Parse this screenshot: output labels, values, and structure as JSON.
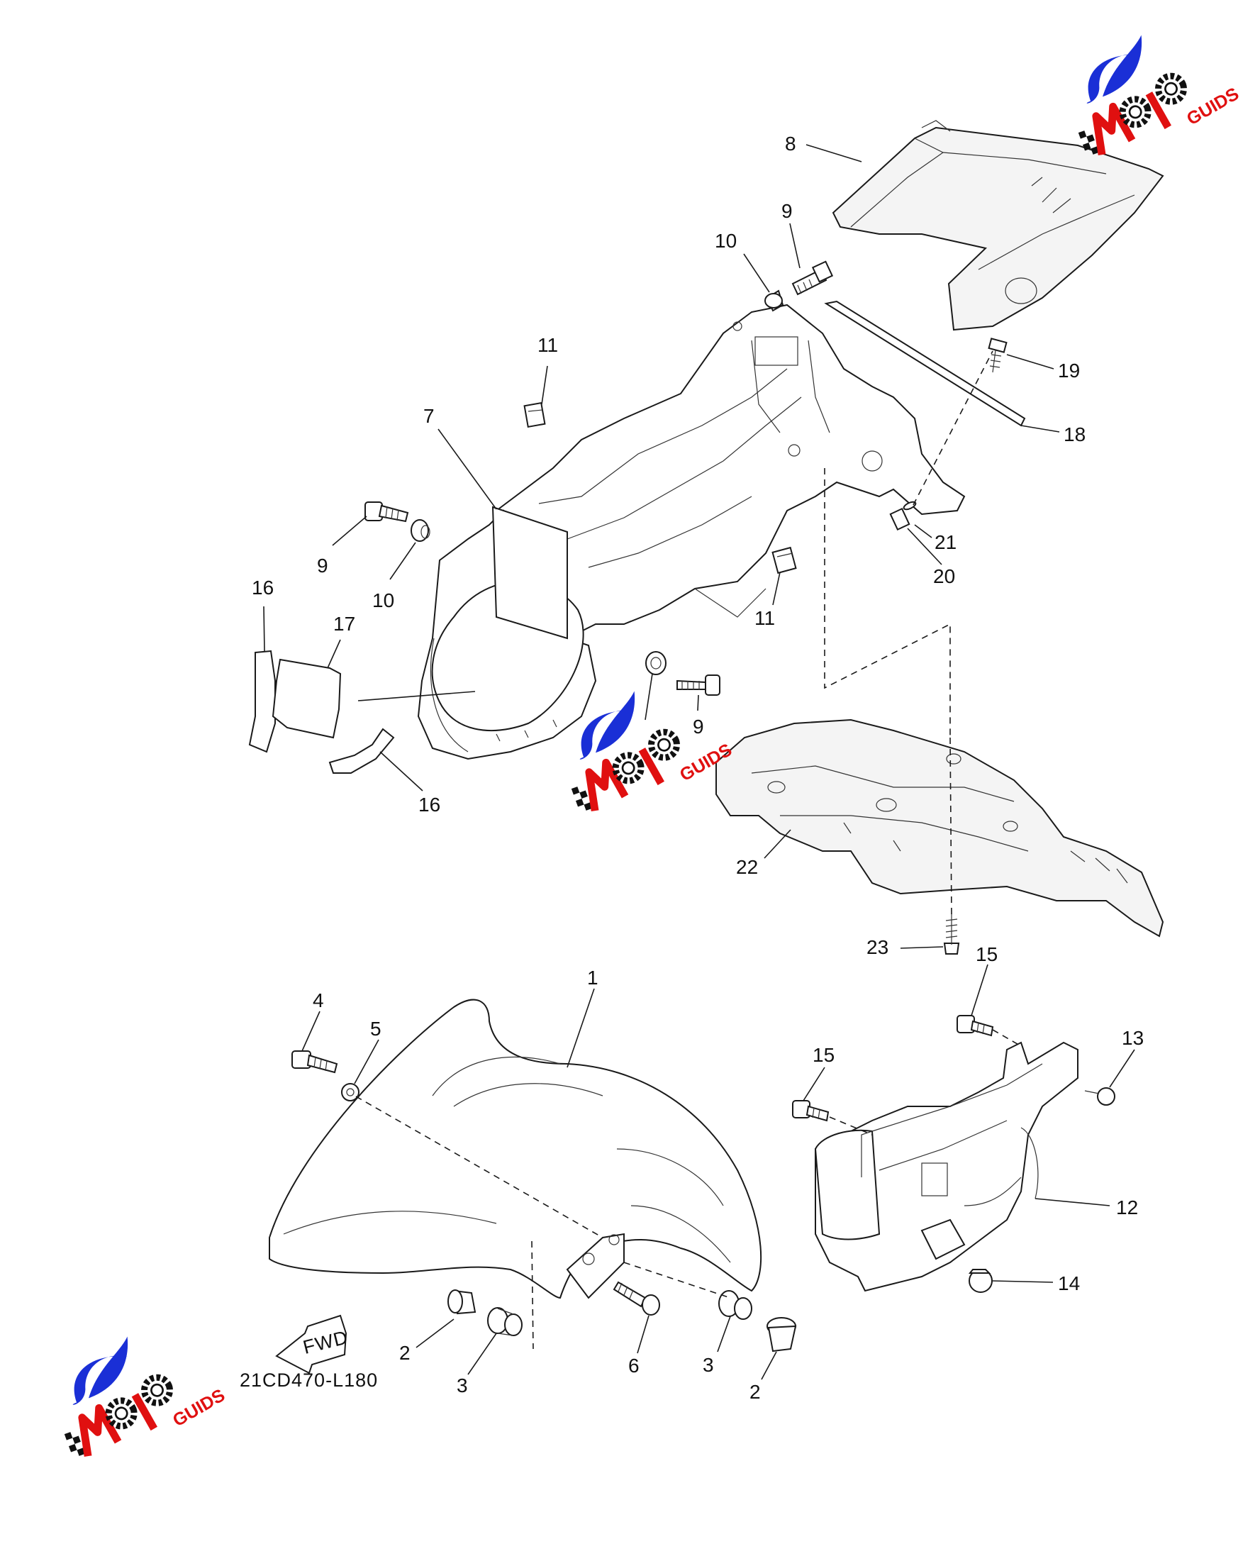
{
  "diagram_code": "21CD470-L180",
  "fwd_arrow_label": "FWD",
  "watermark": {
    "brand_main": "MOTO",
    "brand_sub": "GUIDS",
    "colors": {
      "blue": "#1a2fd6",
      "red": "#e01010",
      "black": "#111111"
    }
  },
  "callouts": {
    "c1": "1",
    "c2a": "2",
    "c2b": "2",
    "c3a": "3",
    "c3b": "3",
    "c4": "4",
    "c5": "5",
    "c6": "6",
    "c7": "7",
    "c8": "8",
    "c9a": "9",
    "c9b": "9",
    "c9c": "9",
    "c10a": "10",
    "c10b": "10",
    "c11a": "11",
    "c11b": "11",
    "c12": "12",
    "c13": "13",
    "c14": "14",
    "c15a": "15",
    "c15b": "15",
    "c16a": "16",
    "c16b": "16",
    "c17": "17",
    "c18": "18",
    "c19": "19",
    "c20": "20",
    "c21": "21",
    "c22": "22",
    "c23": "23"
  }
}
